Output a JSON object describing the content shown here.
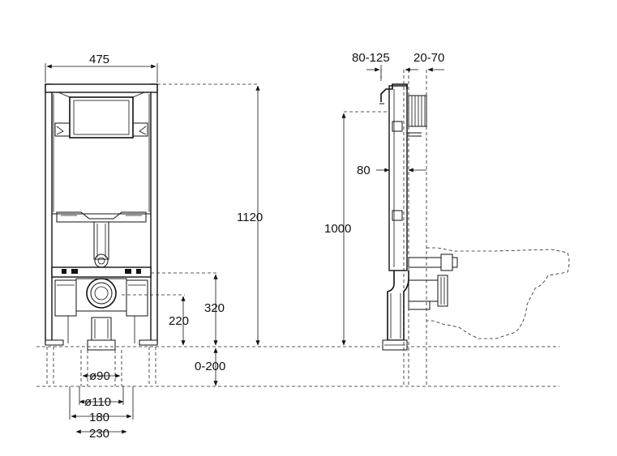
{
  "front_view": {
    "width_label": "475",
    "height_total_label": "1120",
    "drain_height_label": "320",
    "pipe_height_label": "220",
    "adjust_label": "0-200",
    "dia_90_label": "ø90",
    "dia_110_label": "ø110",
    "width_180_label": "180",
    "width_230_label": "230"
  },
  "side_view": {
    "depth_label": "80-125",
    "offset_label": "20-70",
    "frame_depth_label": "80",
    "height_label": "1000"
  }
}
